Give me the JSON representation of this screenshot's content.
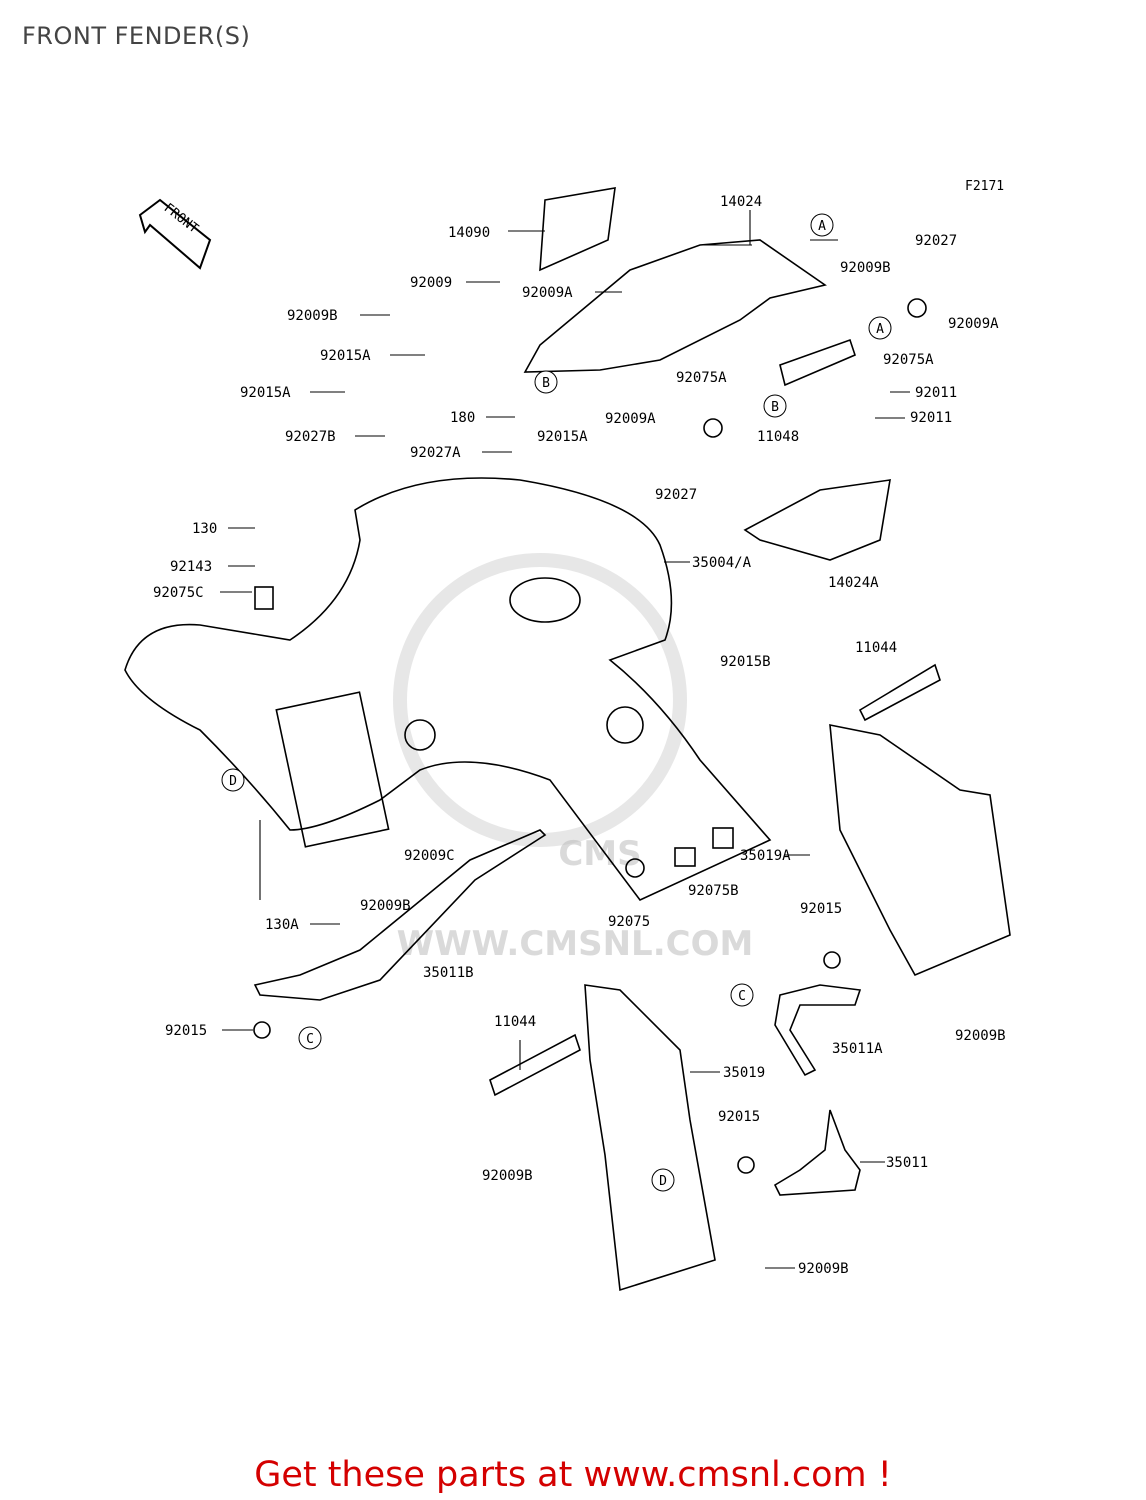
{
  "title": "FRONT FENDER(S)",
  "figure_code": "F2171",
  "direction_marker": "FRONT",
  "watermark": "WWW.CMSNL.COM",
  "watermark_logo": "CMS",
  "footer_text": "Get these parts at www.cmsnl.com !",
  "colors": {
    "footer": "#d40000",
    "line": "#000000",
    "watermark": "#bdbdbd"
  },
  "parts": [
    {
      "id": "p14090",
      "label": "14090"
    },
    {
      "id": "p14024",
      "label": "14024"
    },
    {
      "id": "p92027_tr",
      "label": "92027"
    },
    {
      "id": "p92009_top",
      "label": "92009"
    },
    {
      "id": "p92009A_top",
      "label": "92009A"
    },
    {
      "id": "p92009B_top",
      "label": "92009B"
    },
    {
      "id": "p92009A_right",
      "label": "92009A"
    },
    {
      "id": "p92009B_left",
      "label": "92009B"
    },
    {
      "id": "p92015A_1",
      "label": "92015A"
    },
    {
      "id": "p92015A_2",
      "label": "92015A"
    },
    {
      "id": "p92075A_r",
      "label": "92075A"
    },
    {
      "id": "p92011_1",
      "label": "92011"
    },
    {
      "id": "p92075A_m",
      "label": "92075A"
    },
    {
      "id": "p180",
      "label": "180"
    },
    {
      "id": "p92011_2",
      "label": "92011"
    },
    {
      "id": "p92009A_mid",
      "label": "92009A"
    },
    {
      "id": "p11048",
      "label": "11048"
    },
    {
      "id": "p92027B",
      "label": "92027B"
    },
    {
      "id": "p92027A",
      "label": "92027A"
    },
    {
      "id": "p92015A_3",
      "label": "92015A"
    },
    {
      "id": "p92027_mid",
      "label": "92027"
    },
    {
      "id": "p130",
      "label": "130"
    },
    {
      "id": "p35004A",
      "label": "35004/A"
    },
    {
      "id": "p92143",
      "label": "92143"
    },
    {
      "id": "p14024A",
      "label": "14024A"
    },
    {
      "id": "p92075C",
      "label": "92075C"
    },
    {
      "id": "p92015B",
      "label": "92015B"
    },
    {
      "id": "p11044_r",
      "label": "11044"
    },
    {
      "id": "p92009C",
      "label": "92009C"
    },
    {
      "id": "p35019A",
      "label": "35019A"
    },
    {
      "id": "p92009B_mid",
      "label": "92009B"
    },
    {
      "id": "p92075B",
      "label": "92075B"
    },
    {
      "id": "p92075",
      "label": "92075"
    },
    {
      "id": "p92015_r",
      "label": "92015"
    },
    {
      "id": "p130A",
      "label": "130A"
    },
    {
      "id": "p35011B",
      "label": "35011B"
    },
    {
      "id": "p92015_l",
      "label": "92015"
    },
    {
      "id": "p92009B_r",
      "label": "92009B"
    },
    {
      "id": "p35011A",
      "label": "35011A"
    },
    {
      "id": "p11044_l",
      "label": "11044"
    },
    {
      "id": "p35019",
      "label": "35019"
    },
    {
      "id": "p92015_b",
      "label": "92015"
    },
    {
      "id": "p92009B_bl",
      "label": "92009B"
    },
    {
      "id": "p35011",
      "label": "35011"
    },
    {
      "id": "p92009B_b",
      "label": "92009B"
    }
  ],
  "reference_markers": [
    {
      "id": "refA1",
      "letter": "A"
    },
    {
      "id": "refA2",
      "letter": "A"
    },
    {
      "id": "refB1",
      "letter": "B"
    },
    {
      "id": "refB2",
      "letter": "B"
    },
    {
      "id": "refC1",
      "letter": "C"
    },
    {
      "id": "refC2",
      "letter": "C"
    },
    {
      "id": "refD1",
      "letter": "D"
    },
    {
      "id": "refD2",
      "letter": "D"
    }
  ]
}
